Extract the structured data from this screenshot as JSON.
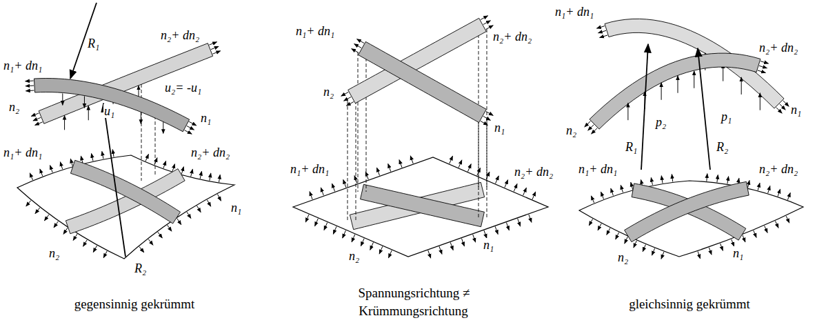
{
  "diagram": {
    "labels": [
      "n₁+ dn₁",
      "R₁",
      "n₂+ dn₂",
      "n₂",
      "u₂= -u₁",
      "u₁",
      "n₁",
      "n₁+ dn₁",
      "n₂+ dn₂",
      "n₁",
      "n₂",
      "R₂",
      "gegensinnig gekrümmt",
      "n₁+ dn₁",
      "n₂+ dn₂",
      "n₂",
      "n₁",
      "n₁+ dn₁",
      "n₂+ dn₂",
      "n₂",
      "n₁",
      "Spannungsrichtung ≠ Krümmungsrichtung",
      "n₁+ dn₁",
      "n₂+ dn₂",
      "p₂",
      "p₁",
      "n₂",
      "n₁",
      "R₁",
      "R₂",
      "n₁+ dn₁",
      "n₂+ dn₂",
      "n₂",
      "n₁",
      "gleichsinnig gekrümmt"
    ]
  }
}
